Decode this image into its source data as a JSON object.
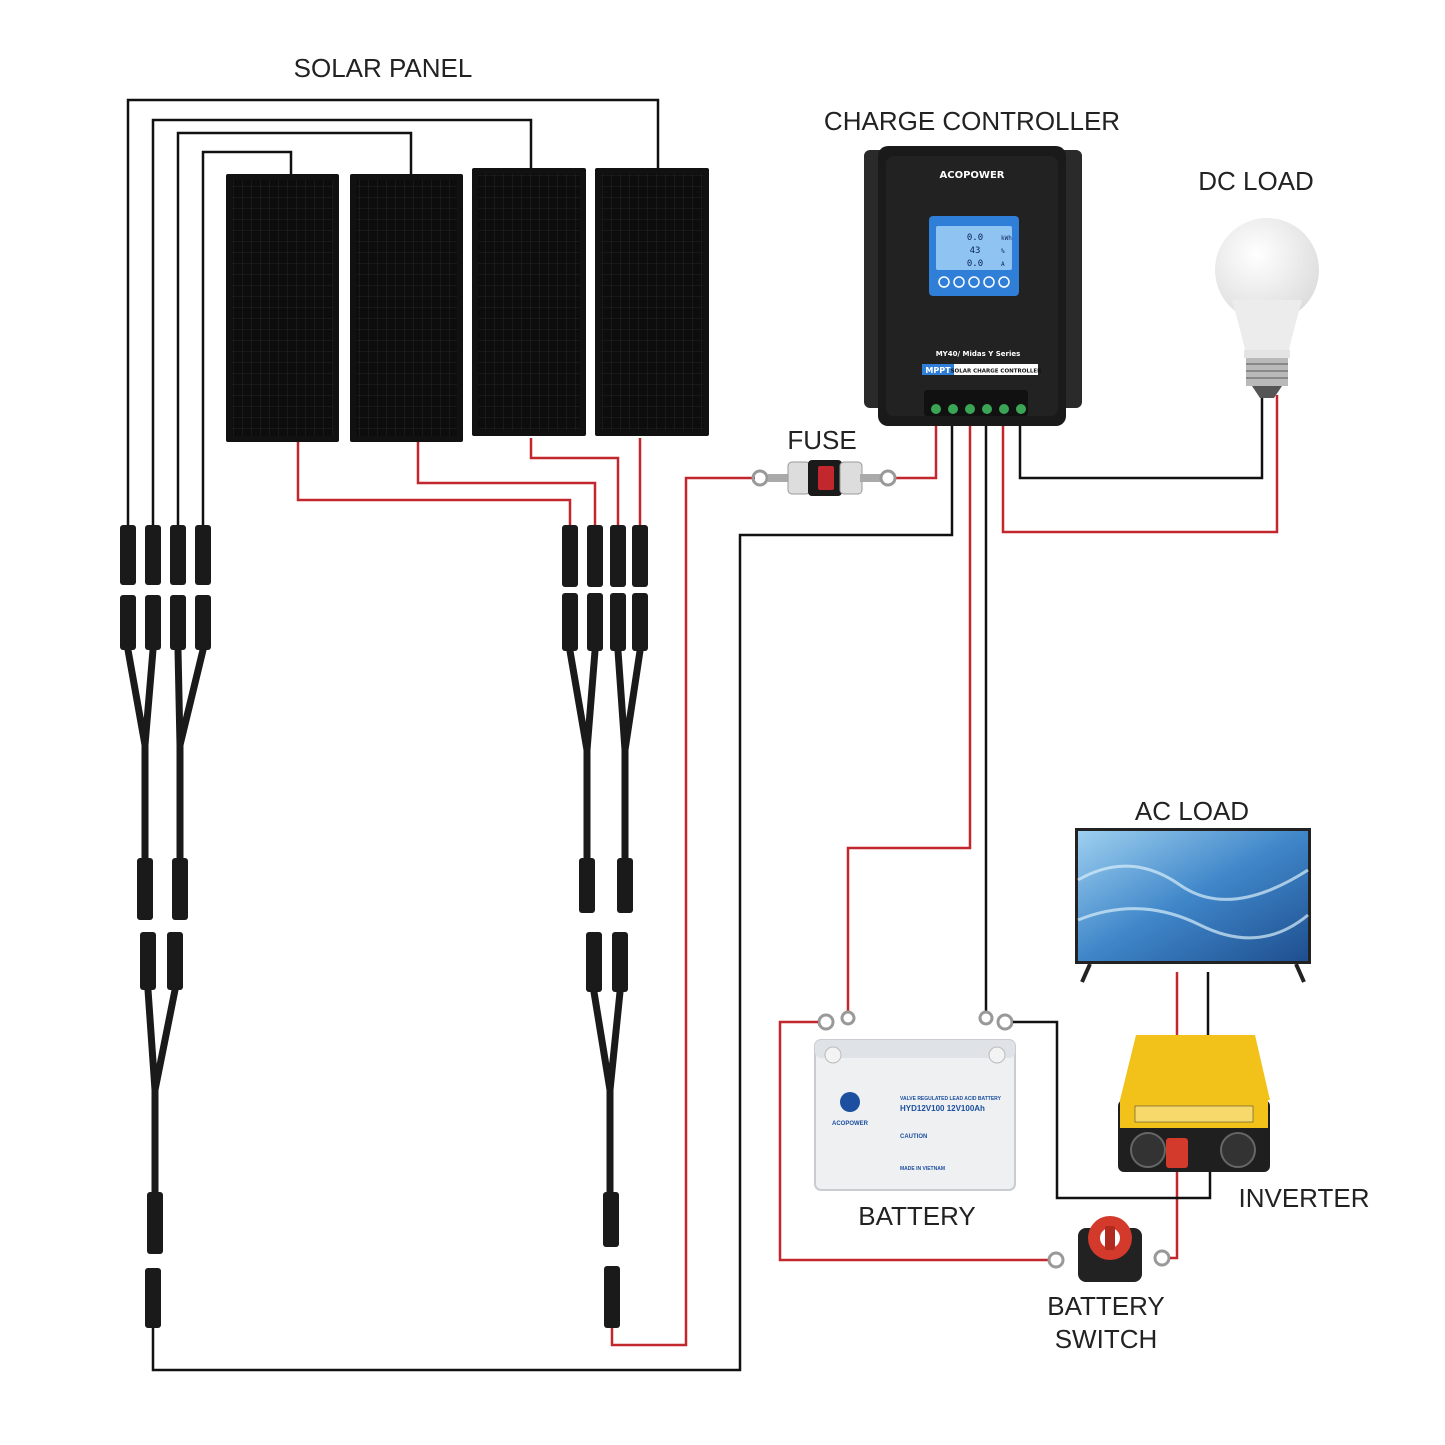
{
  "labels": {
    "solar_panel": "SOLAR PANEL",
    "charge_controller": "CHARGE CONTROLLER",
    "dc_load": "DC LOAD",
    "fuse": "FUSE",
    "ac_load": "AC LOAD",
    "battery": "BATTERY",
    "inverter": "INVERTER",
    "battery_switch_line1": "BATTERY",
    "battery_switch_line2": "SWITCH"
  },
  "controller": {
    "brand": "ACOPOWER",
    "model": "MY40/ Midas Y Series",
    "badge": "MPPT",
    "subtitle": "SOLAR CHARGE CONTROLLER",
    "lcd_row1": "0.0",
    "lcd_row2": "43",
    "lcd_row3": "0.0",
    "lcd_unit1": "kWh",
    "lcd_unit2": "%",
    "lcd_unit3": "A"
  },
  "battery_label": {
    "brand": "ACOPOWER",
    "type": "VALVE REGULATED LEAD ACID BATTERY",
    "model": "HYD12V100 12V100Ah",
    "caution": "CAUTION",
    "made_in": "MADE IN VIETNAM"
  },
  "colors": {
    "positive_wire": "#c1272d",
    "negative_wire": "#111111",
    "panel": "#111111",
    "lcd": "#2f7fd8",
    "inverter_body": "#f2c21a"
  }
}
